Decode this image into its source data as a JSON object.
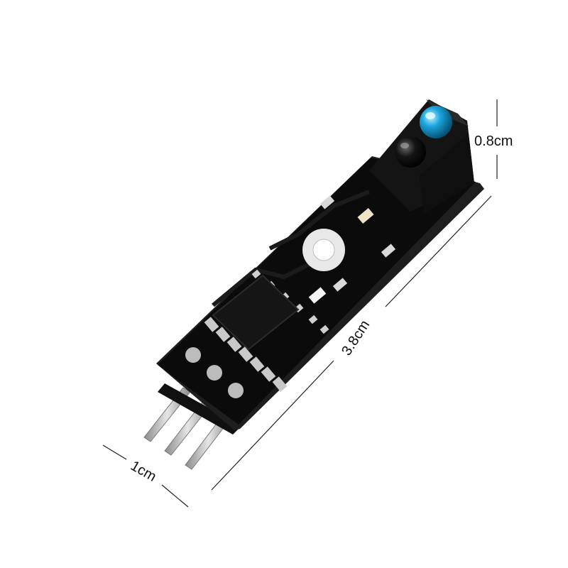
{
  "dimensions": {
    "height_label": "0.8cm",
    "length_label": "3.8cm",
    "width_label": "1cm"
  },
  "colors": {
    "background": "#ffffff",
    "pcb": "#0b0b0b",
    "pcb_edge": "#1e1e1e",
    "silkscreen": "#d8d8d8",
    "pin": "#b9b9b9",
    "ir_led": "#1aa8e0",
    "photodiode": "#111111",
    "dimension_line": "#222222"
  }
}
